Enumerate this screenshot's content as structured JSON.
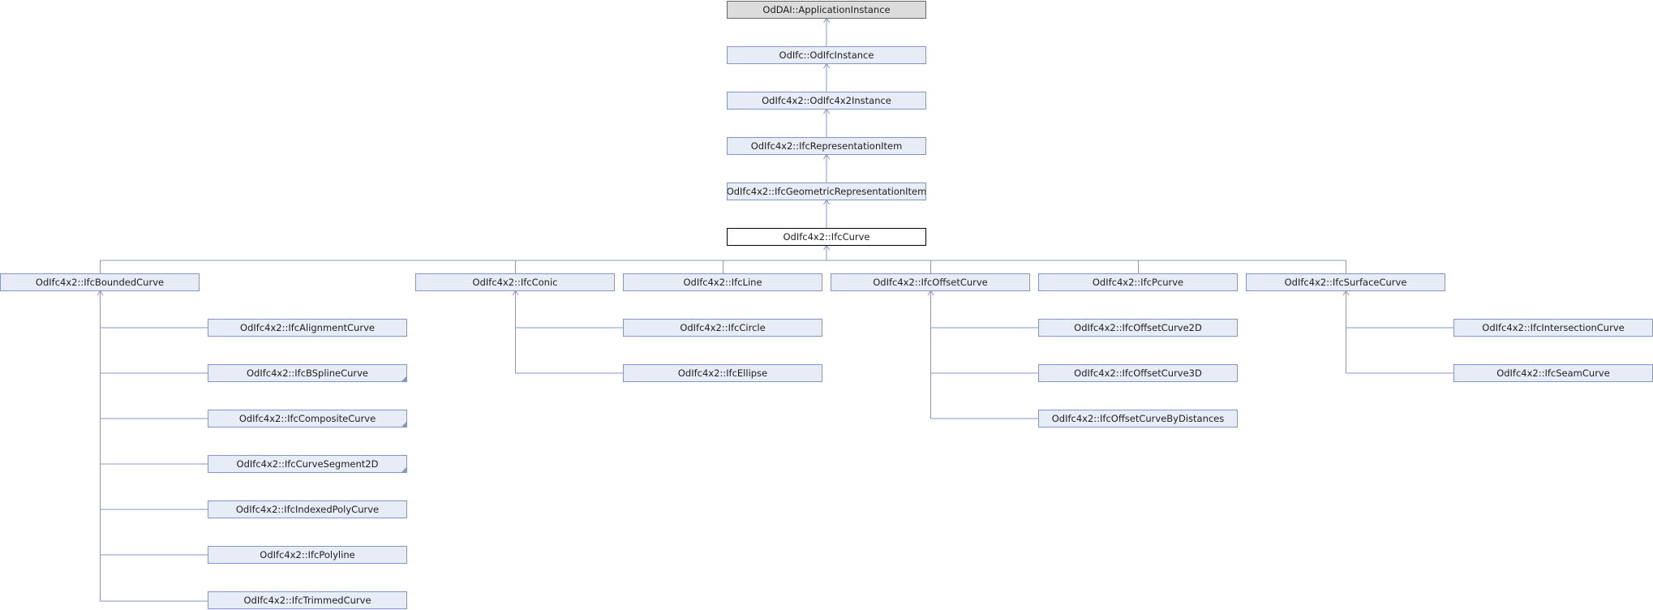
{
  "diagram": {
    "root": "OdDAI::ApplicationInstance",
    "chain": [
      "OdIfc::OdIfcInstance",
      "OdIfc4x2::OdIfc4x2Instance",
      "OdIfc4x2::IfcRepresentationItem",
      "OdIfc4x2::IfcGeometricRepresentationItem"
    ],
    "current": "OdIfc4x2::IfcCurve",
    "children": [
      "OdIfc4x2::IfcBoundedCurve",
      "OdIfc4x2::IfcConic",
      "OdIfc4x2::IfcLine",
      "OdIfc4x2::IfcOffsetCurve",
      "OdIfc4x2::IfcPcurve",
      "OdIfc4x2::IfcSurfaceCurve"
    ],
    "bounded_curve_children": [
      "OdIfc4x2::IfcAlignmentCurve",
      "OdIfc4x2::IfcBSplineCurve",
      "OdIfc4x2::IfcCompositeCurve",
      "OdIfc4x2::IfcCurveSegment2D",
      "OdIfc4x2::IfcIndexedPolyCurve",
      "OdIfc4x2::IfcPolyline",
      "OdIfc4x2::IfcTrimmedCurve"
    ],
    "conic_children": [
      "OdIfc4x2::IfcCircle",
      "OdIfc4x2::IfcEllipse"
    ],
    "offset_curve_children": [
      "OdIfc4x2::IfcOffsetCurve2D",
      "OdIfc4x2::IfcOffsetCurve3D",
      "OdIfc4x2::IfcOffsetCurveByDistances"
    ],
    "surface_curve_children": [
      "OdIfc4x2::IfcIntersectionCurve",
      "OdIfc4x2::IfcSeamCurve"
    ],
    "colors": {
      "node_fill": "#e8ecf6",
      "node_border": "#8498c6",
      "edge": "#8498c6",
      "root_fill": "#dcdcdc",
      "current_fill": "#ffffff"
    }
  }
}
